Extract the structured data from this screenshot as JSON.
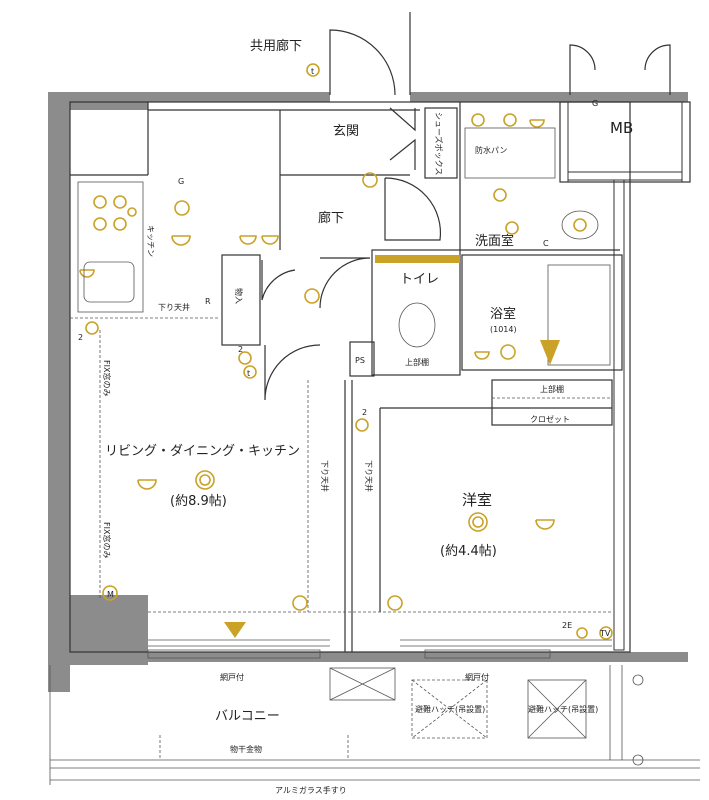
{
  "labels": {
    "common_corridor": "共用廊下",
    "entrance": "玄関",
    "shoe_box": "シューズボックス",
    "hallway": "廊下",
    "washroom": "洗面室",
    "mb": "MB",
    "kitchen": "キッチン",
    "storage": "物入",
    "toilet": "トイレ",
    "bath": "浴室",
    "bath_size": "(1014)",
    "ps": "PS",
    "upper_shelf_toilet": "上部棚",
    "upper_shelf_closet": "上部棚",
    "closet": "クロゼット",
    "waterproof_pan": "防水パン",
    "ldk": "リビング・ダイニング・キッチン",
    "ldk_size": "(約8.9帖)",
    "western_room": "洋室",
    "western_size": "(約4.4帖)",
    "lowered_ceiling_kitchen": "下り天井",
    "lowered_ceiling_left": "下り天井",
    "lowered_ceiling_right": "下り天井",
    "fixed_glass_top": "FIX窓のみ",
    "fixed_glass_bottom": "FIX窓のみ",
    "balcony": "バルコニー",
    "screen_door_left": "網戸付",
    "screen_door_right": "網戸付",
    "hatch_left": "避難ハッチ(吊設置)",
    "hatch_right": "避難ハッチ(吊設置)",
    "drying_rack": "物干金物",
    "handrail": "アルミガラス手すり",
    "symbol_g1": "G",
    "symbol_g2": "G",
    "symbol_c": "C",
    "symbol_r": "R",
    "symbol_m": "M",
    "symbol_t1": "t",
    "symbol_t2": "t",
    "symbol_2a": "2",
    "symbol_2b": "2",
    "symbol_2c": "2",
    "symbol_2e": "2E",
    "symbol_tv": "TV"
  }
}
